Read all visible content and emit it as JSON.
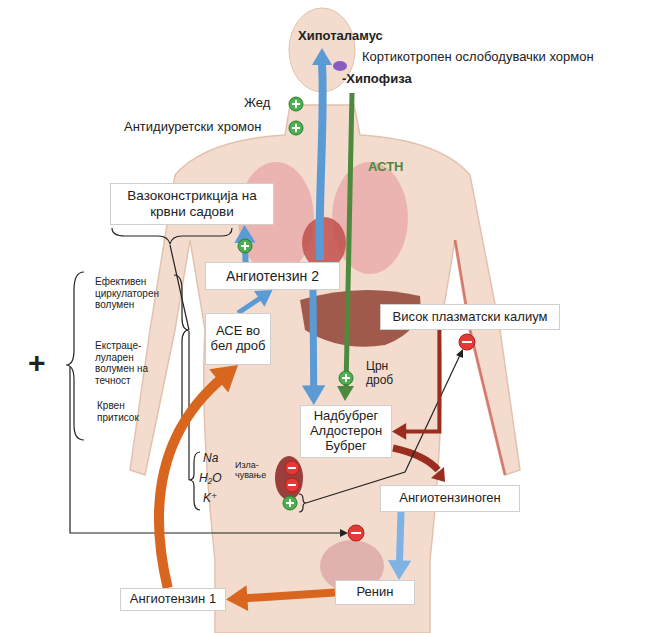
{
  "diagram": {
    "nodes": [
      {
        "text": [
          "Вазоконстрикција на крвни садови"
        ]
      },
      {
        "text": [
          "Ангиотензин 2"
        ]
      },
      {
        "text": [
          "АСЕ во бел дроб"
        ]
      },
      {
        "text": [
          "Висок плазматски калиум"
        ]
      },
      {
        "text": [
          "Надбубрег Алдостерон Бубрег"
        ]
      },
      {
        "text": [
          "Ангиотензиноген"
        ]
      },
      {
        "text": [
          "Ренин"
        ]
      },
      {
        "text": [
          "Ангиотензин 1"
        ]
      }
    ],
    "edges": [
      {
        "from": 6,
        "to": 7,
        "arrow": "to"
      },
      {
        "from": 7,
        "to": 2,
        "arrow": "to"
      },
      {
        "from": 2,
        "to": 1,
        "arrow": "to"
      },
      {
        "from": 1,
        "to": 0,
        "arrow": "to"
      },
      {
        "from": 1,
        "to": 4,
        "arrow": "to"
      },
      {
        "from": 5,
        "to": 6,
        "arrow": "to"
      },
      {
        "from": 3,
        "to": 4,
        "arrow": "to"
      }
    ],
    "labels": [
      "Хипоталамус",
      "Кортикотропен ослободувачки хормон",
      "-Хипофиза",
      "Жед",
      "Антидиуретски хромон",
      "АСТН",
      "Ефективен циркулаторен волумен",
      "Екстраце- луларен волумен на течност",
      "Крвен притисок",
      "+",
      "Црн дроб",
      "Na",
      "H₂O",
      "K⁺",
      "Изла- чување"
    ]
  }
}
